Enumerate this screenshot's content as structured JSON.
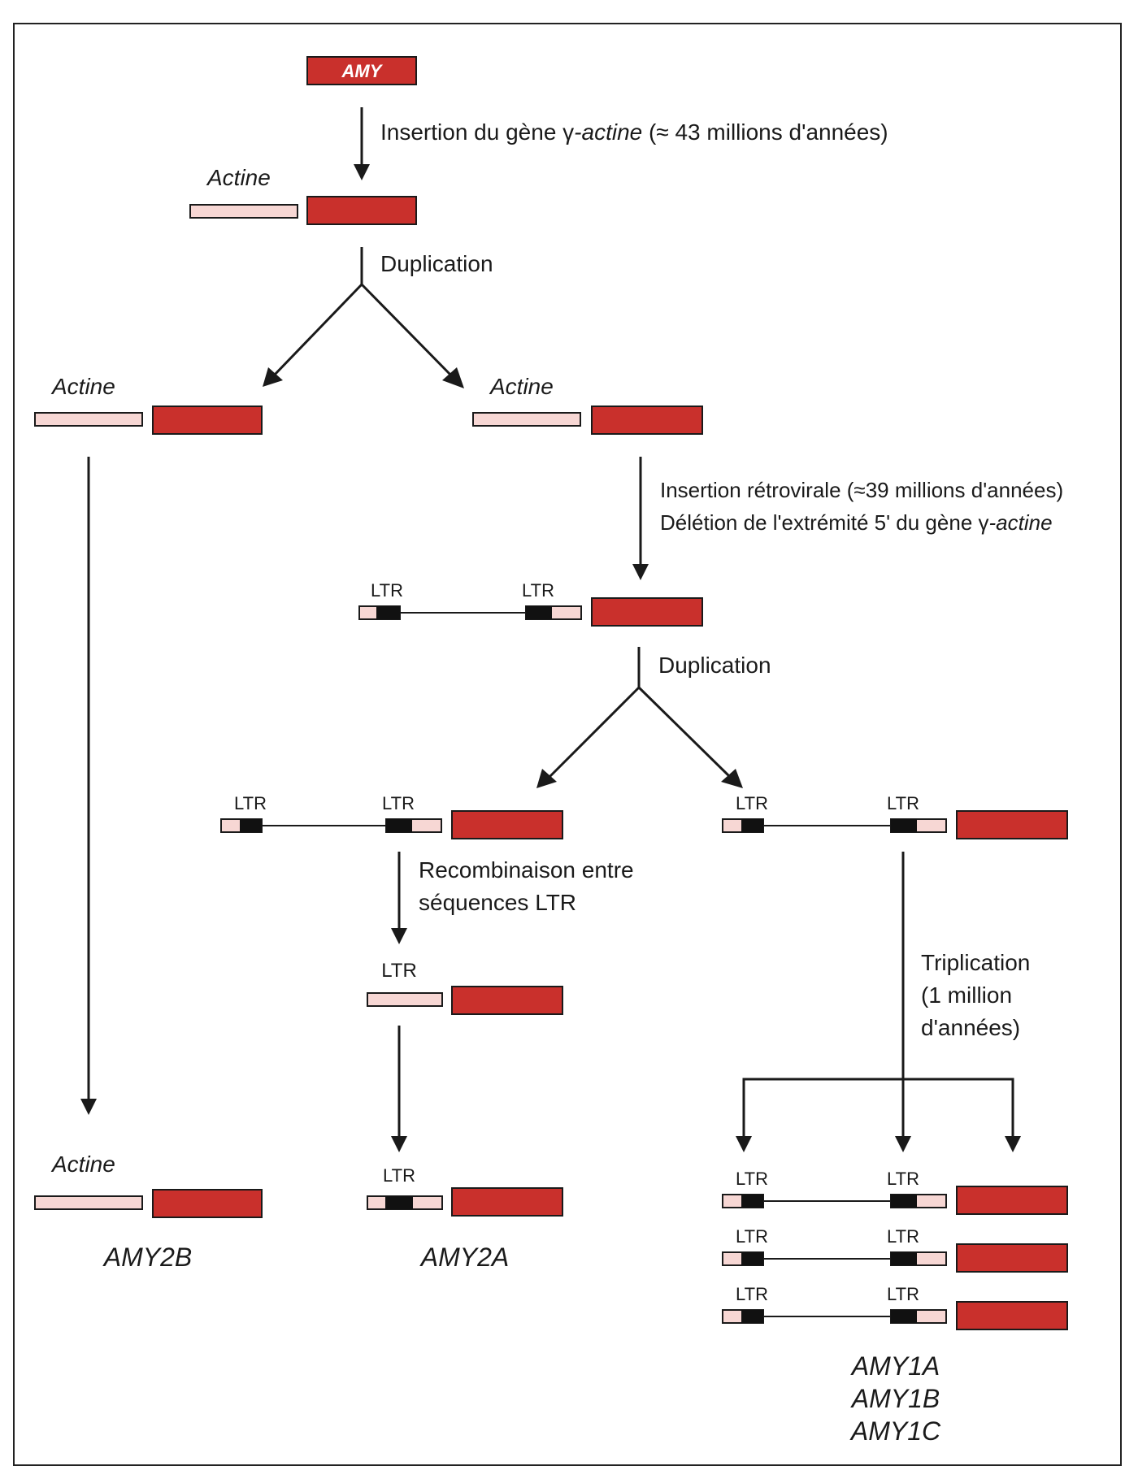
{
  "root_gene": "AMY",
  "actine_label": "Actine",
  "ltr_label": "LTR",
  "step_insertion_gamma": {
    "pre": "Insertion du gène ",
    "gamma": "γ",
    "ital": "-actine",
    "post": " (≈ 43 millions d'années)"
  },
  "step_duplication_1": "Duplication",
  "step_retroviral_line1": "Insertion rétrovirale (≈39 millions d'années)",
  "step_retroviral_line2": {
    "pre": "Délétion de l'extrémité 5' du gène ",
    "gamma": "γ",
    "ital": "-actine"
  },
  "step_duplication_2": "Duplication",
  "step_recombination_line1": "Recombinaison entre",
  "step_recombination_line2": "séquences LTR",
  "step_triplication_line1": "Triplication",
  "step_triplication_line2": "(1 million",
  "step_triplication_line3": "d'années)",
  "gene_amy2b": "AMY2B",
  "gene_amy2a": "AMY2A",
  "gene_amy1a": "AMY1A",
  "gene_amy1b": "AMY1B",
  "gene_amy1c": "AMY1C",
  "colors": {
    "amy": "#c9302c",
    "actine": "#f7d7d4",
    "ltr_core": "#111111"
  }
}
